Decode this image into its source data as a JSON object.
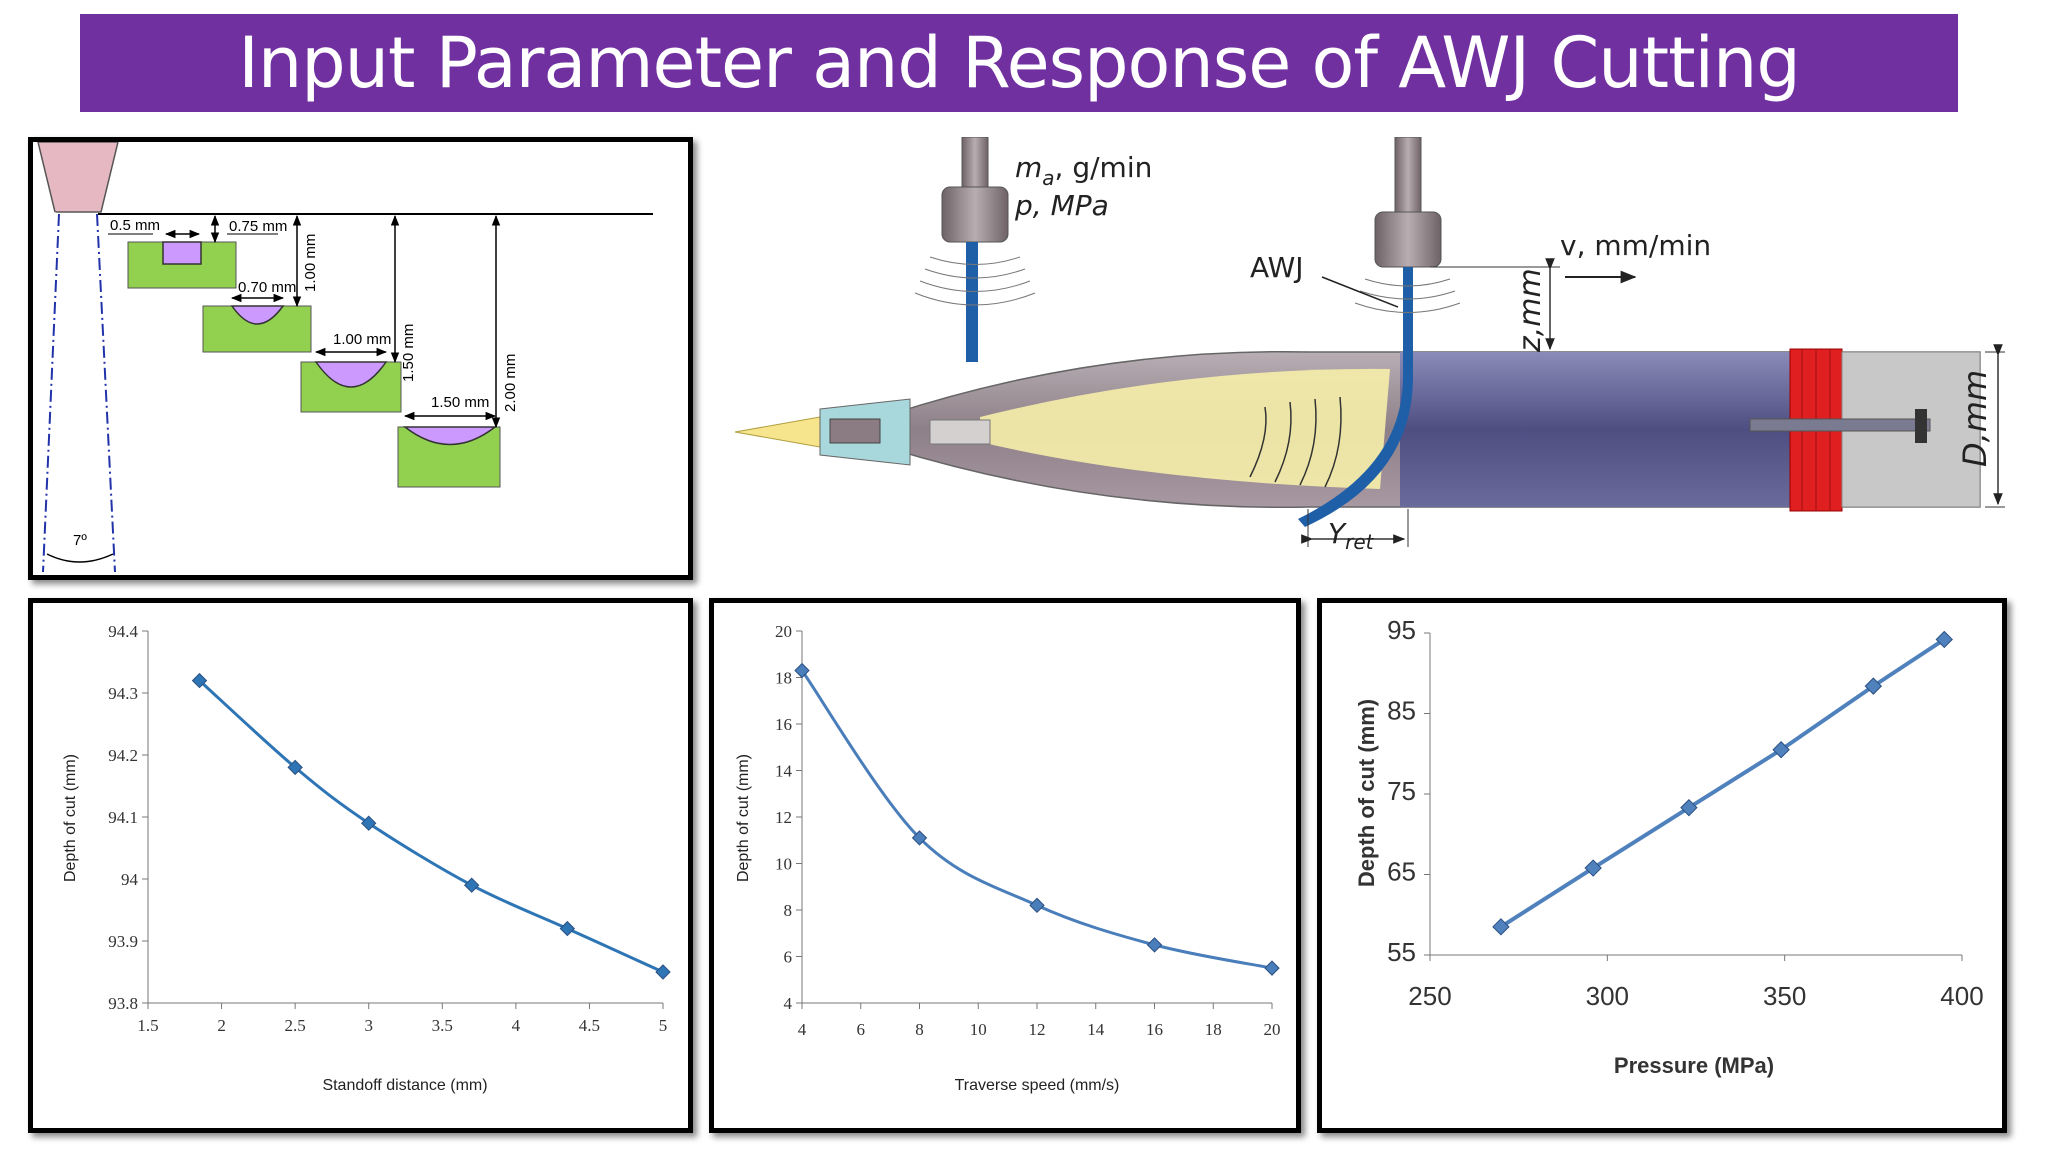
{
  "title": "Input Parameter and Response of AWJ Cutting",
  "kerf": {
    "angle_label": "7º",
    "labels": [
      "0.5 mm",
      "0.75 mm",
      "0.70 mm",
      "1.00 mm",
      "1.00 mm",
      "1.50 mm",
      "1.50 mm",
      "2.00 mm"
    ],
    "colors": {
      "workpiece": "#92d050",
      "kerf": "#cc99ff",
      "nozzle": "#e6b8c2"
    }
  },
  "schematic": {
    "labels": {
      "ma": "m",
      "ma_sub": "a",
      "ma_unit": ", g/min",
      "p": "p, MPa",
      "awj": "AWJ",
      "v": "v, mm/min",
      "z": "z,mm",
      "d": "D,mm",
      "yret": "Y",
      "yret_sub": "ret"
    },
    "colors": {
      "body": "#5b5b93",
      "tip": "#f6e58d",
      "band": "#e02020",
      "jet": "#1f5fa8"
    }
  },
  "chart_data": [
    {
      "type": "line",
      "xlabel": "Standoff distance (mm)",
      "ylabel": "Depth of cut (mm)",
      "xlim": [
        1.5,
        5
      ],
      "ylim": [
        93.8,
        94.4
      ],
      "xticks": [
        "1.5",
        "2",
        "2.5",
        "3",
        "3.5",
        "4",
        "4.5",
        "5"
      ],
      "yticks": [
        "93.8",
        "93.9",
        "94",
        "94.1",
        "94.2",
        "94.3",
        "94.4"
      ],
      "x": [
        1.85,
        2.5,
        3.0,
        3.7,
        4.35,
        5.0
      ],
      "y": [
        94.32,
        94.18,
        94.09,
        93.99,
        93.92,
        93.85
      ],
      "color": "#2e75b6"
    },
    {
      "type": "line",
      "xlabel": "Traverse speed (mm/s)",
      "ylabel": "Depth of cut (mm)",
      "xlim": [
        4,
        20
      ],
      "ylim": [
        4,
        20
      ],
      "xticks": [
        "4",
        "6",
        "8",
        "10",
        "12",
        "14",
        "16",
        "18",
        "20"
      ],
      "yticks": [
        "4",
        "6",
        "8",
        "10",
        "12",
        "14",
        "16",
        "18",
        "20"
      ],
      "x": [
        4,
        8,
        12,
        16,
        20
      ],
      "y": [
        18.3,
        11.1,
        8.2,
        6.5,
        5.5
      ],
      "color": "#4a7ebb"
    },
    {
      "type": "line",
      "xlabel": "Pressure (MPa)",
      "ylabel": "Depth of cut (mm)",
      "xlim": [
        250,
        400
      ],
      "ylim": [
        55,
        95
      ],
      "xticks": [
        "250",
        "300",
        "350",
        "400"
      ],
      "yticks": [
        "55",
        "65",
        "75",
        "85",
        "95"
      ],
      "x": [
        270,
        296,
        323,
        349,
        375,
        395
      ],
      "y": [
        58.5,
        65.8,
        73.3,
        80.5,
        88.4,
        94.2
      ],
      "color": "#4f81bd"
    }
  ]
}
